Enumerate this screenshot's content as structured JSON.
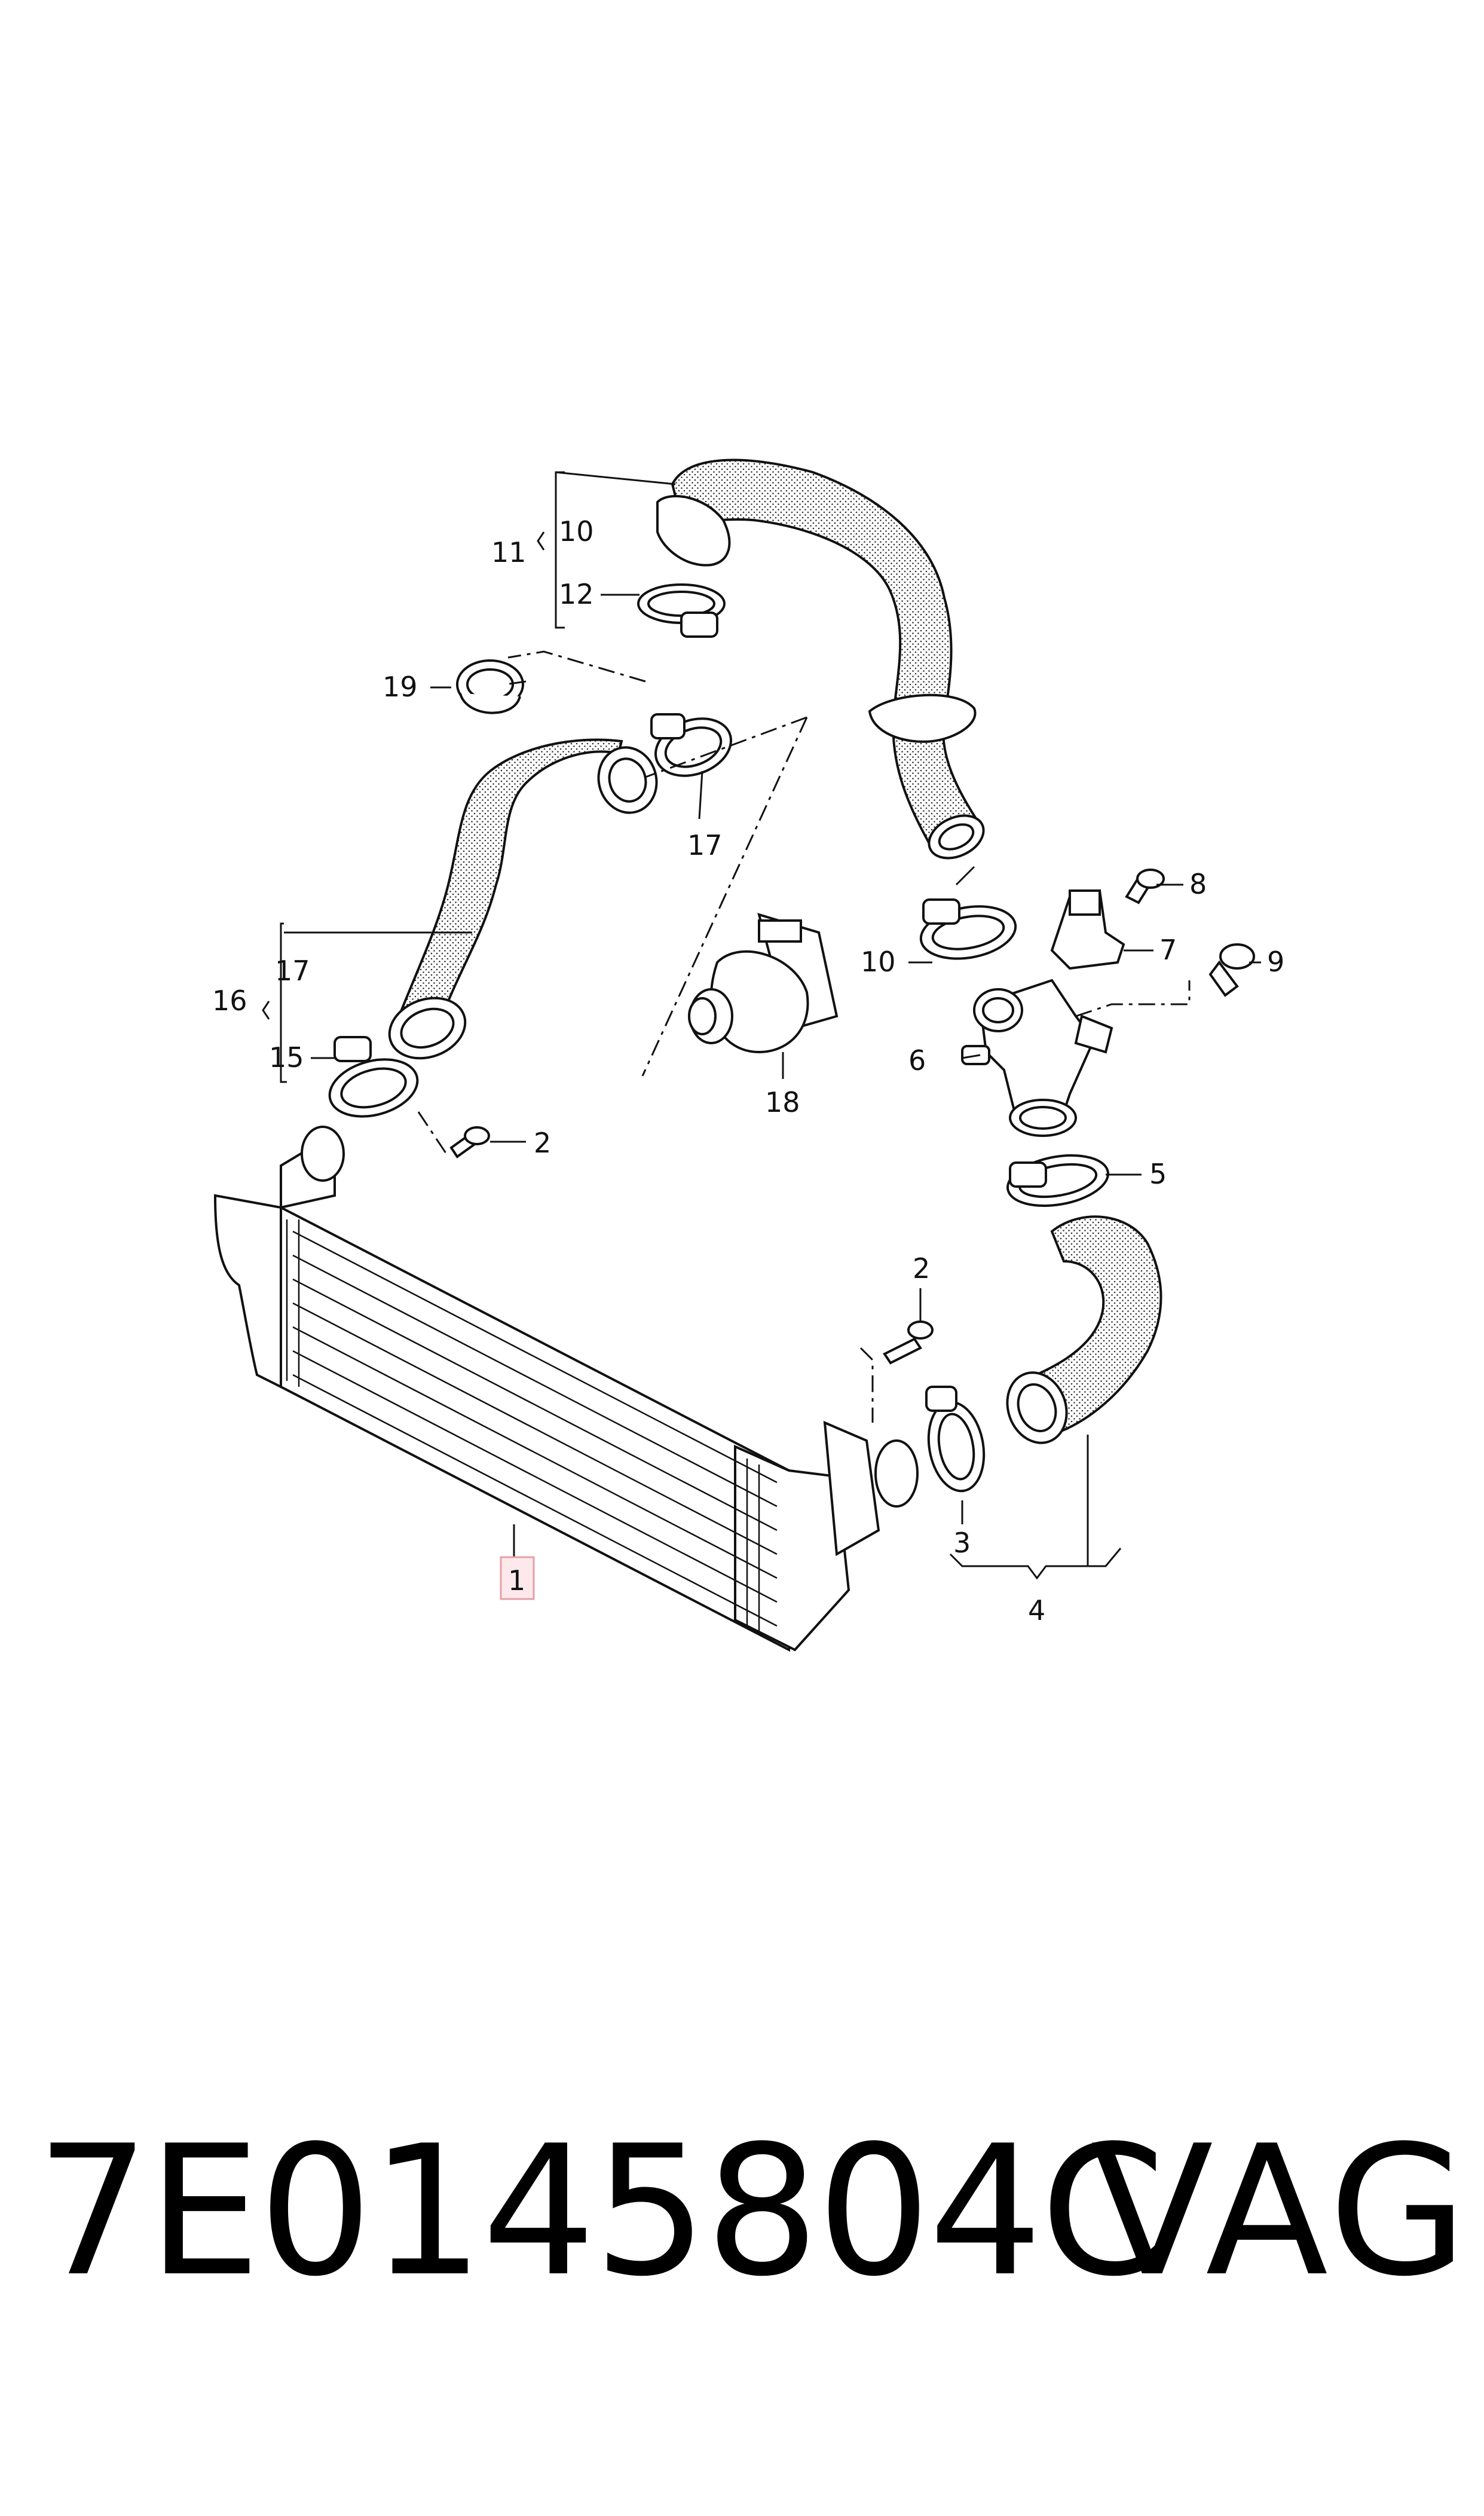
{
  "diagram": {
    "callouts": {
      "c1": "1",
      "c2a": "2",
      "c2b": "2",
      "c3": "3",
      "c4": "4",
      "c5": "5",
      "c6": "6",
      "c7": "7",
      "c8": "8",
      "c9": "9",
      "c10a": "10",
      "c10b": "10",
      "c11": "11",
      "c12": "12",
      "c15": "15",
      "c16": "16",
      "c17a": "17",
      "c17b": "17",
      "c18": "18",
      "c19": "19"
    },
    "highlight_color": "#e8a0a8"
  },
  "footer": {
    "part_number": "7E0145804C",
    "brand": "VAG"
  }
}
